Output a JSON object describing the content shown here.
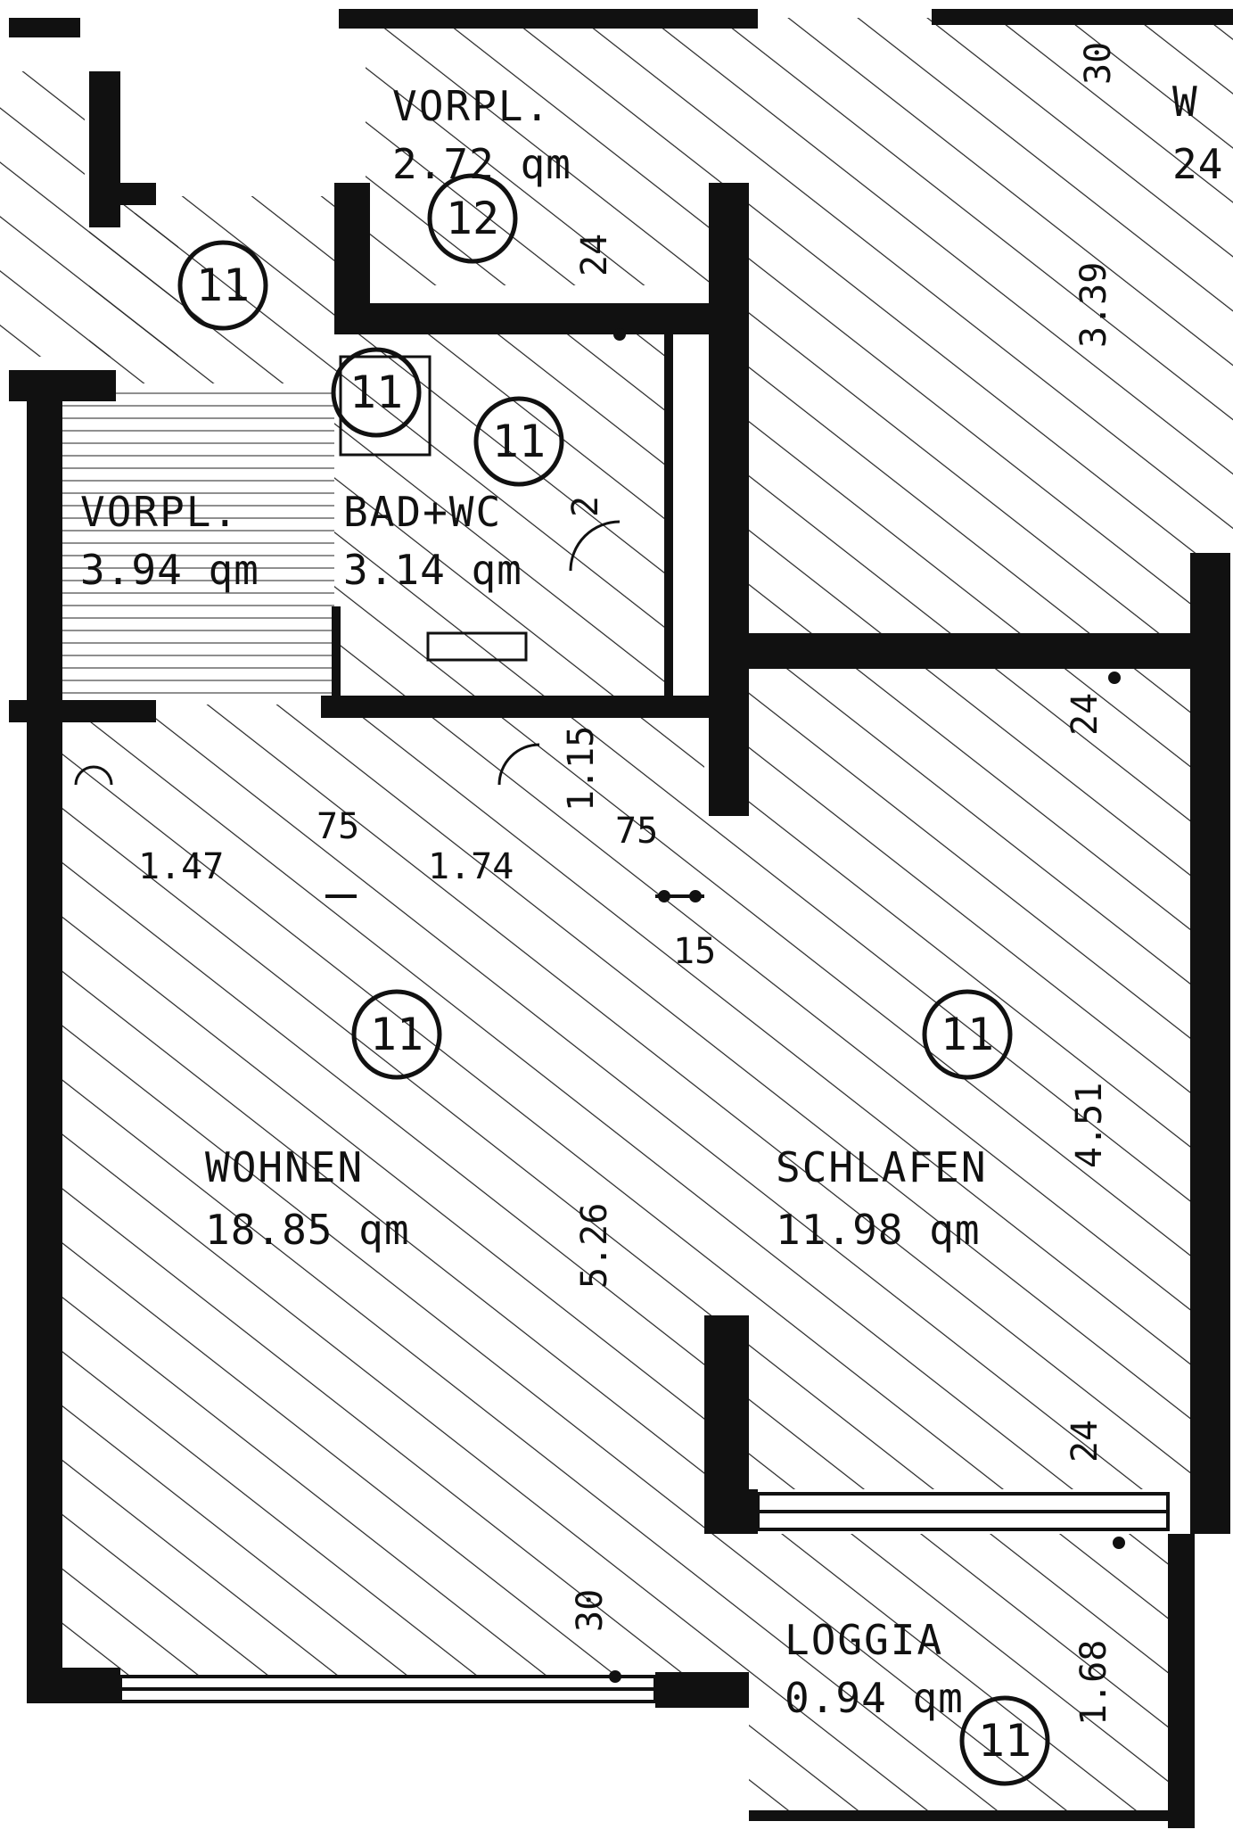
{
  "colors": {
    "ink": "#111111",
    "paper": "#ffffff",
    "hatch": "#222222"
  },
  "rooms": {
    "vorpl_top": {
      "name": "VORPL.",
      "area": "2.72 qm",
      "code": "12"
    },
    "vorpl_left": {
      "name": "VORPL.",
      "area": "3.94 qm",
      "code": "11"
    },
    "bad": {
      "name": "BAD+WC",
      "area": "3.14 qm",
      "code": "11",
      "code2": "11",
      "code3": "11"
    },
    "wohnen": {
      "name": "WOHNEN",
      "area": "18.85 qm",
      "code": "11"
    },
    "schlafen": {
      "name": "SCHLAFEN",
      "area": "11.98 qm",
      "code": "11"
    },
    "loggia": {
      "name": "LOGGIA",
      "area": "0.94 qm",
      "code": "11"
    },
    "partial": {
      "name": "W",
      "area": "24"
    }
  },
  "dimensions": {
    "d_30_top": "30",
    "d_339": "3.39",
    "d_24_vorpl": "24",
    "d_2_bad": "2",
    "d_24_schlafen_top": "24",
    "d_115": "1.15",
    "d_75_left": "75",
    "d_75_right": "75",
    "d_147": "1.47",
    "d_174": "1.74",
    "d_15": "15",
    "d_451": "4.51",
    "d_526": "5.26",
    "d_24_schlafen_bottom": "24",
    "d_30_bottom": "30",
    "d_168": "1.68"
  }
}
